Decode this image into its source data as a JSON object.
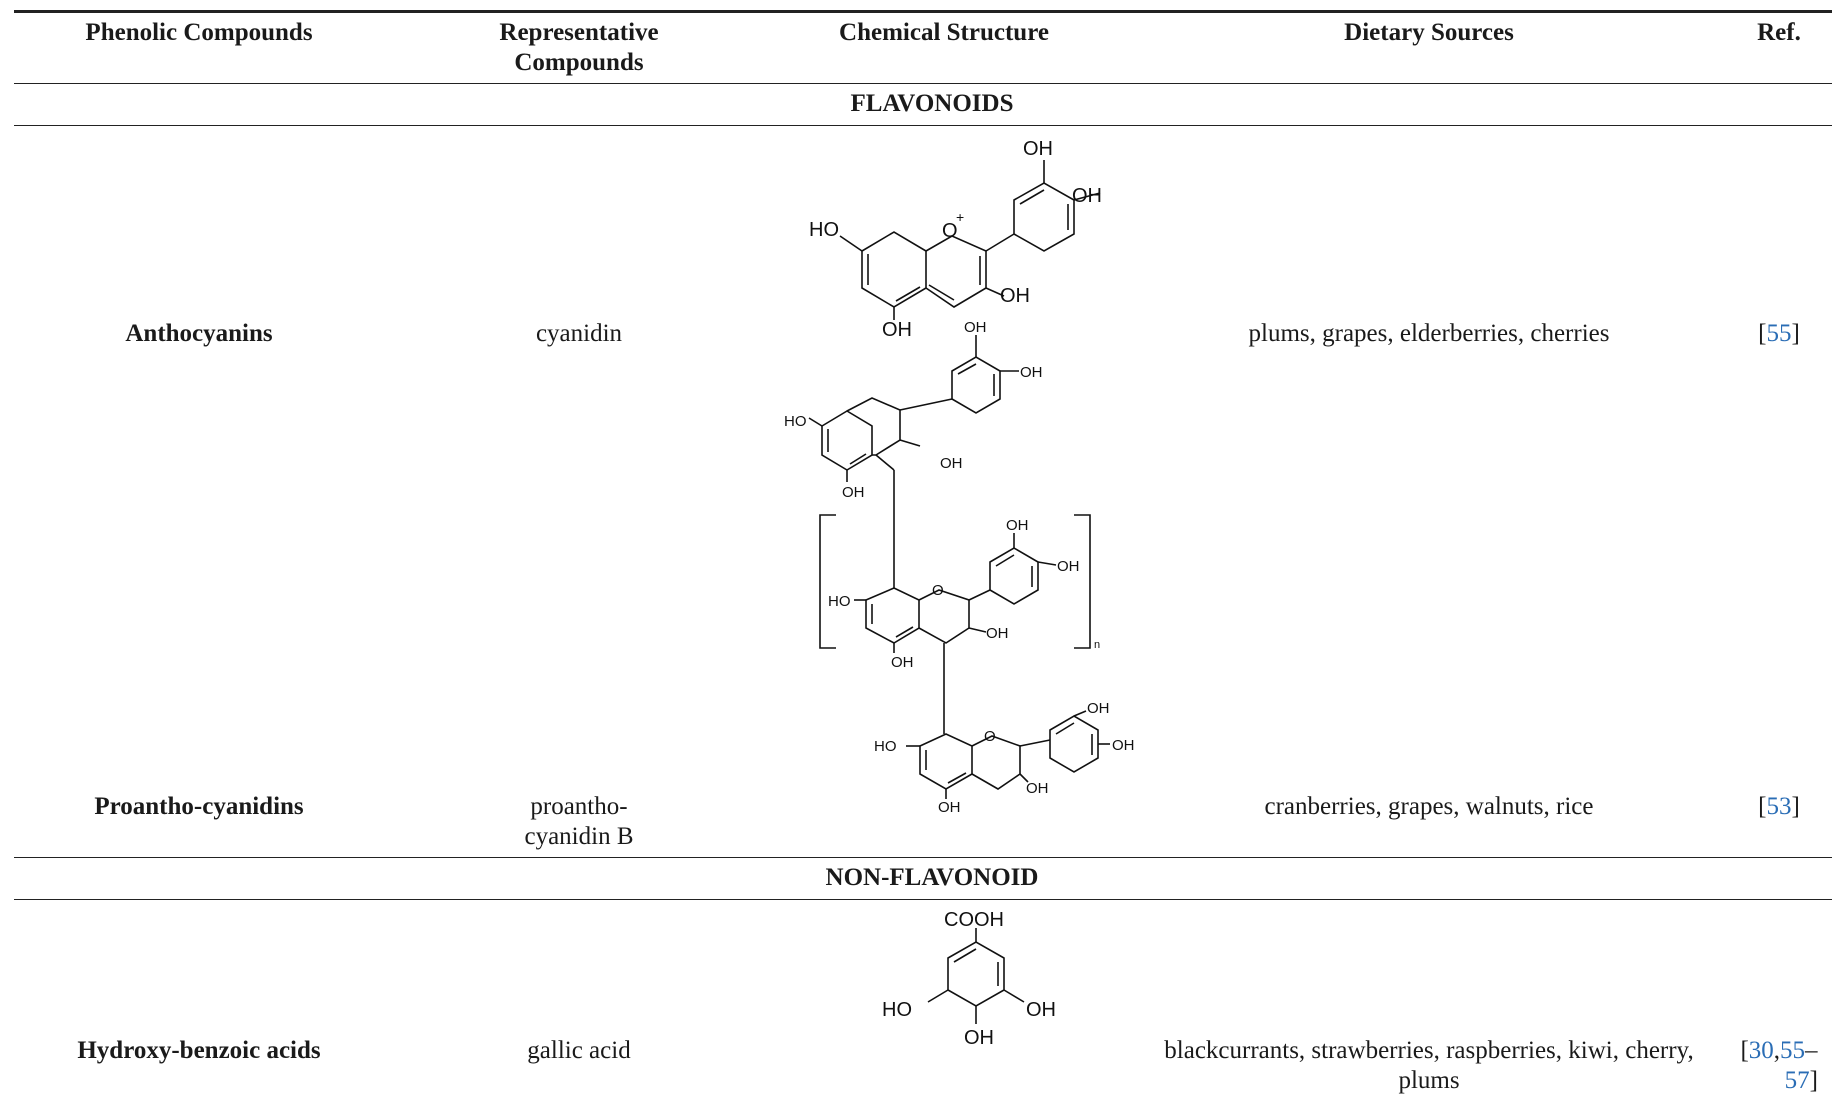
{
  "headers": {
    "phenolic": "Phenolic Compounds",
    "representative_line1": "Representative",
    "representative_line2": "Compounds",
    "structure": "Chemical Structure",
    "sources": "Dietary Sources",
    "ref": "Ref."
  },
  "sections": {
    "flavonoids": "FLAVONOIDS",
    "non_flavonoid": "NON-FLAVONOID"
  },
  "rows": [
    {
      "phenolic": "Anthocyanins",
      "representative_line1": "cyanidin",
      "representative_line2": "",
      "sources_line1": "plums, grapes, elderberries, cherries",
      "sources_line2": "",
      "ref_open": "[",
      "ref_a": "55",
      "ref_sep": "",
      "ref_b": "",
      "ref_dash": "",
      "ref_c": "",
      "ref_close": "]"
    },
    {
      "phenolic": "Proantho-cyanidins",
      "representative_line1": "proantho-",
      "representative_line2": "cyanidin B",
      "sources_line1": "cranberries, grapes, walnuts, rice",
      "sources_line2": "",
      "ref_open": "[",
      "ref_a": "53",
      "ref_sep": "",
      "ref_b": "",
      "ref_dash": "",
      "ref_c": "",
      "ref_close": "]"
    },
    {
      "phenolic": "Hydroxy-benzoic acids",
      "representative_line1": "gallic acid",
      "representative_line2": "",
      "sources_line1": "blackcurrants, strawberries, raspberries, kiwi, cherry,",
      "sources_line2": "plums",
      "ref_open": "[",
      "ref_a": "30",
      "ref_sep": ",",
      "ref_b": "55",
      "ref_dash": "–",
      "ref_c": "57",
      "ref_close": "]"
    }
  ],
  "structure_labels": {
    "oh": "OH",
    "ho": "HO",
    "o": "O",
    "plus": "+",
    "n": "n",
    "cooh": "COOH"
  }
}
